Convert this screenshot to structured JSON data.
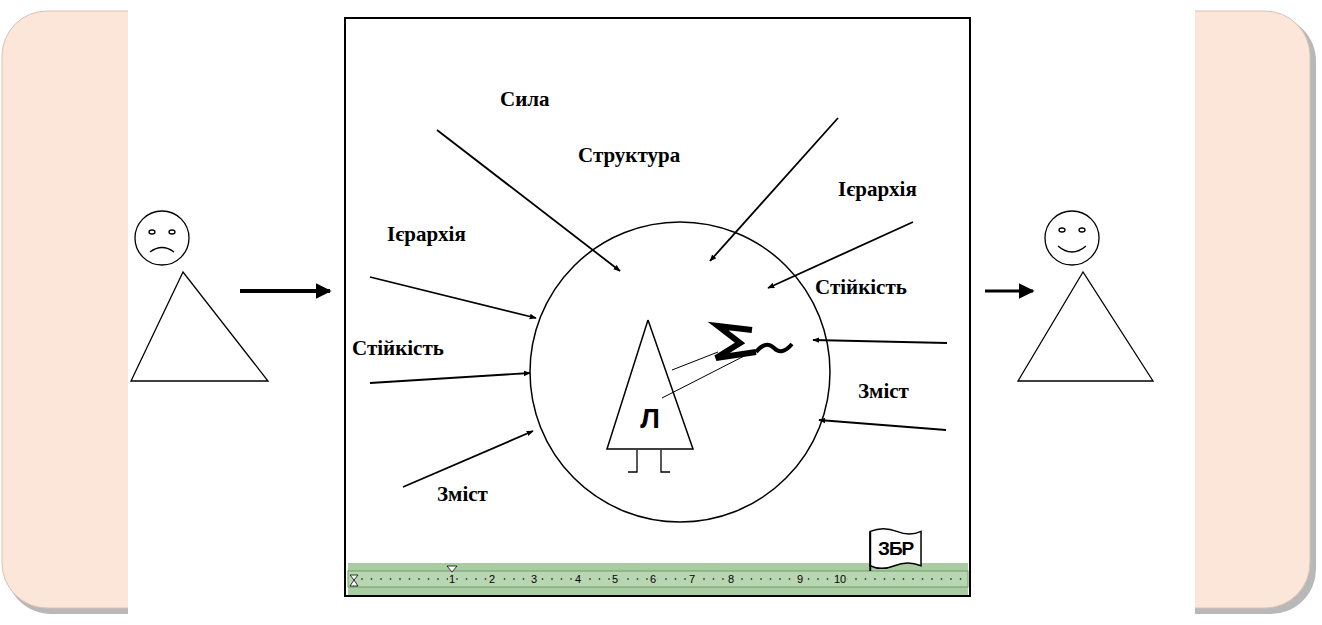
{
  "diagram": {
    "nodes": [
      {
        "text": [
          "Л"
        ]
      },
      {
        "text": [
          "ЗБР"
        ]
      }
    ],
    "labels": [
      "Сила",
      "Структура",
      "Ієрархія",
      "Ієрархія",
      "Стійкість",
      "Стійкість",
      "Зміст",
      "Зміст",
      "1",
      "2",
      "3",
      "4",
      "5",
      "6",
      "7",
      "8",
      "9",
      "10"
    ]
  }
}
